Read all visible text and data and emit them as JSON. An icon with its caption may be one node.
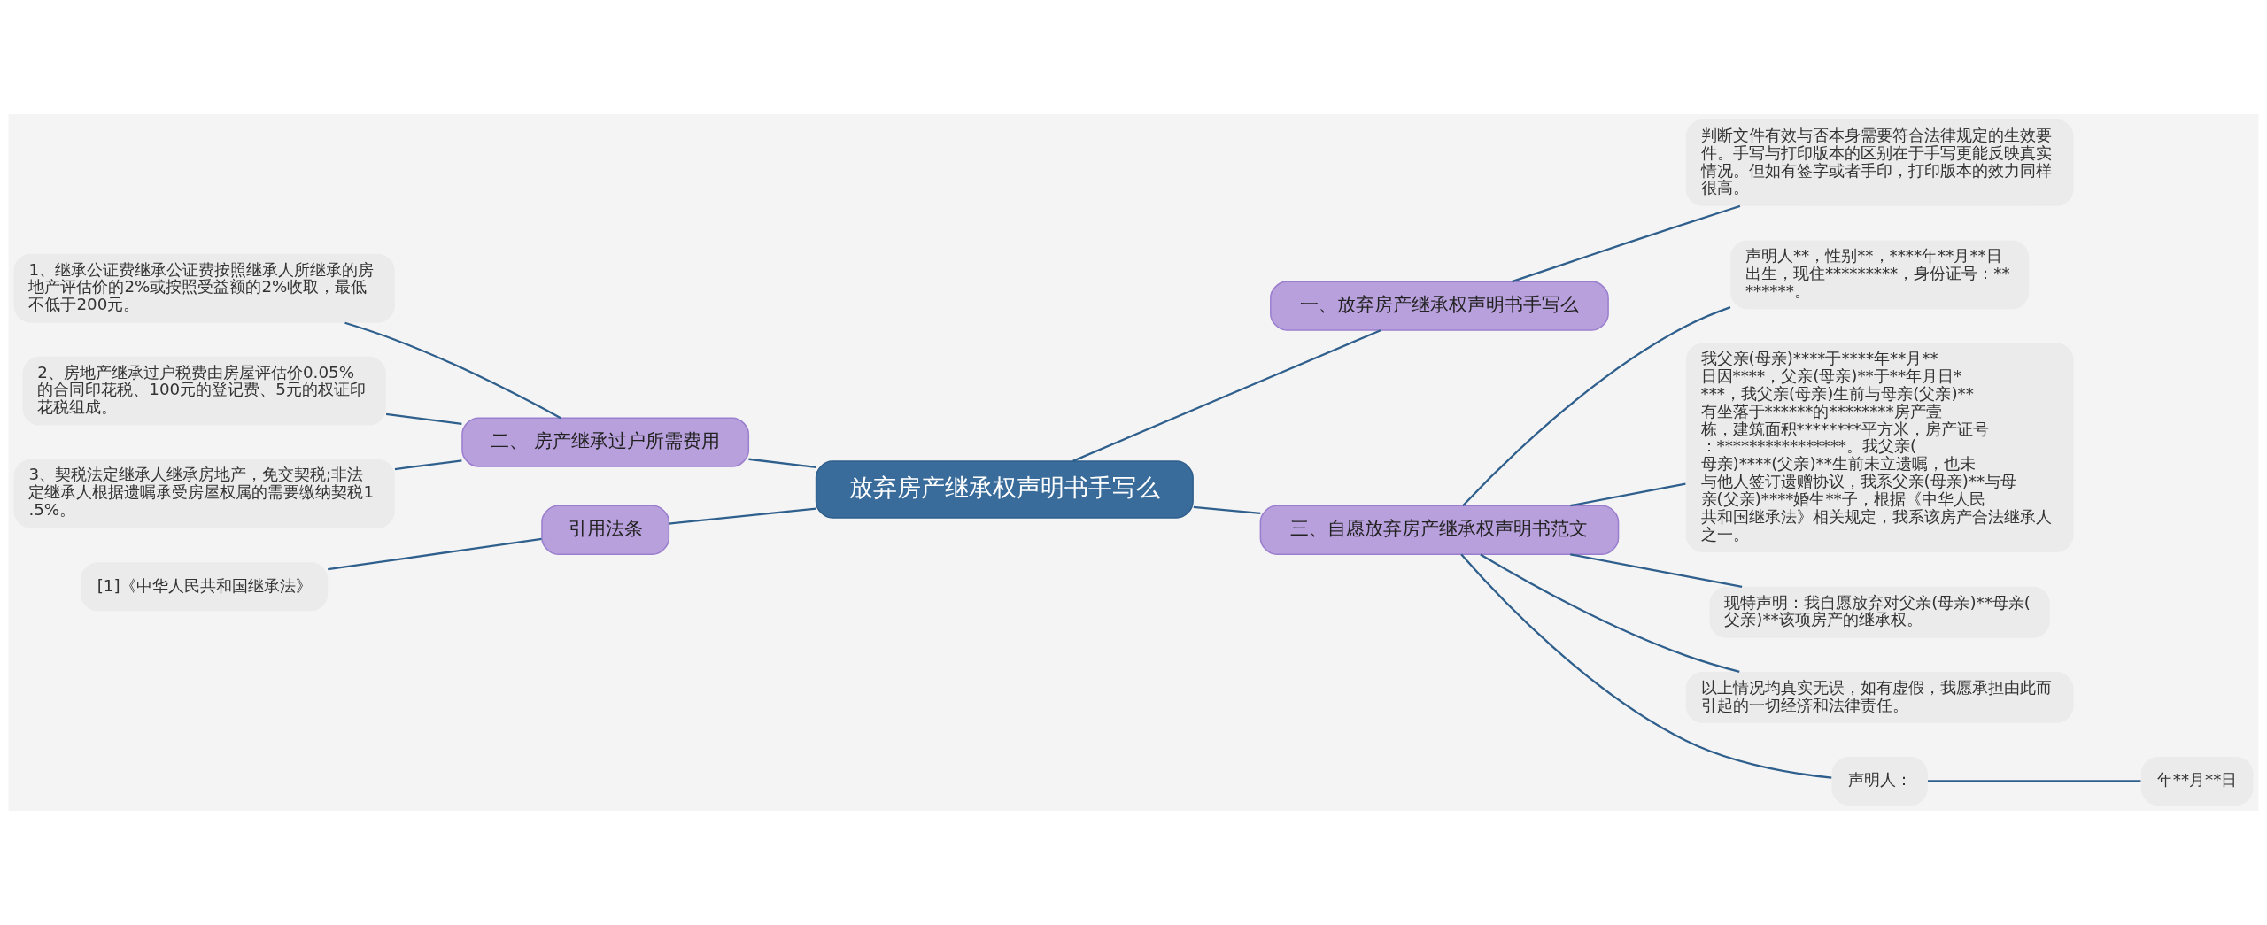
{
  "diagram": {
    "nodes": [
      {
        "text": [
          "放弃房产继承权声明书手写么"
        ]
      },
      {
        "text": [
          "一、放弃房产继承权声明书手写么"
        ]
      },
      {
        "text": [
          "判断文件有效与否本身需要符合法律规定的生效要件。手写与打印版本的区别在于手写更能反映真实情况。但如有签字或者手印，打印版本的效力同样很高。"
        ]
      },
      {
        "text": [
          "二、 房产继承过户所需费用"
        ]
      },
      {
        "text": [
          "1、继承公证费继承公证费按照继承人所继承的房地产评估价的2%或按照受益额的2%收取，最低不低于200元。"
        ]
      },
      {
        "text": [
          "2、房地产继承过户税费由房屋评估价0.05%的合同印花税、100元的登记费、5元的权证印花税组成。"
        ]
      },
      {
        "text": [
          "3、契税法定继承人继承房地产，免交契税;非法定继承人根据遗嘱承受房屋权属的需要缴纳契税1.5%。"
        ]
      },
      {
        "text": [
          "三、自愿放弃房产继承权声明书范文"
        ]
      },
      {
        "text": [
          "声明人**，性别**，****年**月**日出生，现住*********，身份证号：********。"
        ]
      },
      {
        "text": [
          "我父亲(母亲)****于****年**月**日因****，父亲(母亲)**于**年月日****，我父亲(母亲)生前与母亲(父亲)**有坐落于******的********房产壹栋，建筑面积********平方米，房产证号：****************。我父亲(母亲)****(父亲)**生前未立遗嘱，也未与他人签订遗赠协议，我系父亲(母亲)**与母亲(父亲)****婚生**子，根据《中华人民共和国继承法》相关规定，我系该房产合法继承人之一。"
        ]
      },
      {
        "text": [
          "现特声明：我自愿放弃对父亲(母亲)**母亲(父亲)**该项房产的继承权。"
        ]
      },
      {
        "text": [
          "以上情况均真实无误，如有虚假，我愿承担由此而引起的一切经济和法律责任。"
        ]
      },
      {
        "text": [
          "声明人："
        ]
      },
      {
        "text": [
          "年**月**日"
        ]
      },
      {
        "text": [
          "引用法条"
        ]
      },
      {
        "text": [
          "[1]《中华人民共和国继承法》"
        ]
      }
    ],
    "edges": [
      {
        "from": 0,
        "to": 1,
        "arrow": "none"
      },
      {
        "from": 1,
        "to": 2,
        "arrow": "none"
      },
      {
        "from": 0,
        "to": 3,
        "arrow": "none"
      },
      {
        "from": 3,
        "to": 4,
        "arrow": "none"
      },
      {
        "from": 3,
        "to": 5,
        "arrow": "none"
      },
      {
        "from": 3,
        "to": 6,
        "arrow": "none"
      },
      {
        "from": 0,
        "to": 7,
        "arrow": "none"
      },
      {
        "from": 7,
        "to": 8,
        "arrow": "none"
      },
      {
        "from": 7,
        "to": 9,
        "arrow": "none"
      },
      {
        "from": 7,
        "to": 10,
        "arrow": "none"
      },
      {
        "from": 7,
        "to": 11,
        "arrow": "none"
      },
      {
        "from": 7,
        "to": 12,
        "arrow": "none"
      },
      {
        "from": 12,
        "to": 13,
        "arrow": "none"
      },
      {
        "from": 0,
        "to": 14,
        "arrow": "none"
      },
      {
        "from": 14,
        "to": 15,
        "arrow": "none"
      }
    ]
  }
}
